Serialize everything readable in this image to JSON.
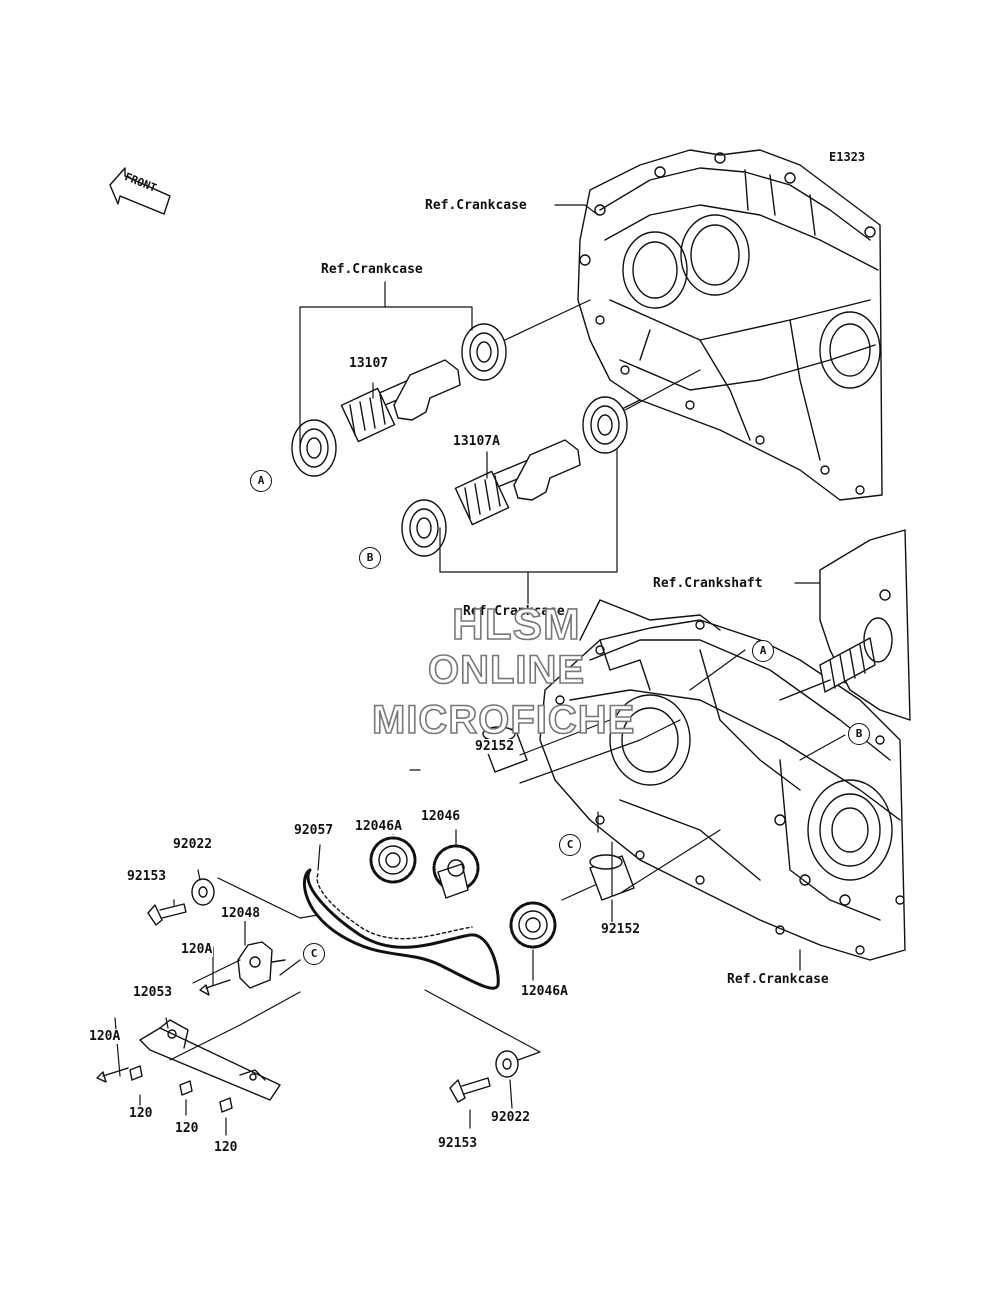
{
  "diagram_code": "E1323",
  "front_label": "FRONT",
  "refs": {
    "crankcase_top": "Ref.Crankcase",
    "crankcase_left": "Ref.Crankcase",
    "crankcase_mid": "Ref.Crankcase",
    "crankcase_bottom": "Ref.Crankcase",
    "crankshaft": "Ref.Crankshaft"
  },
  "parts": {
    "p13107": "13107",
    "p13107a": "13107A",
    "p92152_top": "92152",
    "p92152_bottom": "92152",
    "p12046a_top": "12046A",
    "p12046": "12046",
    "p12046a_bottom": "12046A",
    "p92057": "92057",
    "p92022_top": "92022",
    "p92022_bottom": "92022",
    "p92153_top": "92153",
    "p92153_bottom": "92153",
    "p12048": "12048",
    "p120a_top": "120A",
    "p120a_bottom": "120A",
    "p12053": "12053",
    "p120_1": "120",
    "p120_2": "120",
    "p120_3": "120"
  },
  "callouts": {
    "a_left": "A",
    "b_left": "B",
    "a_right": "A",
    "b_right": "B",
    "c_mid": "C",
    "c_left": "C"
  },
  "watermark": {
    "line1": "HLSM",
    "line2": "ONLINE",
    "line3": "MICROFICHE"
  }
}
